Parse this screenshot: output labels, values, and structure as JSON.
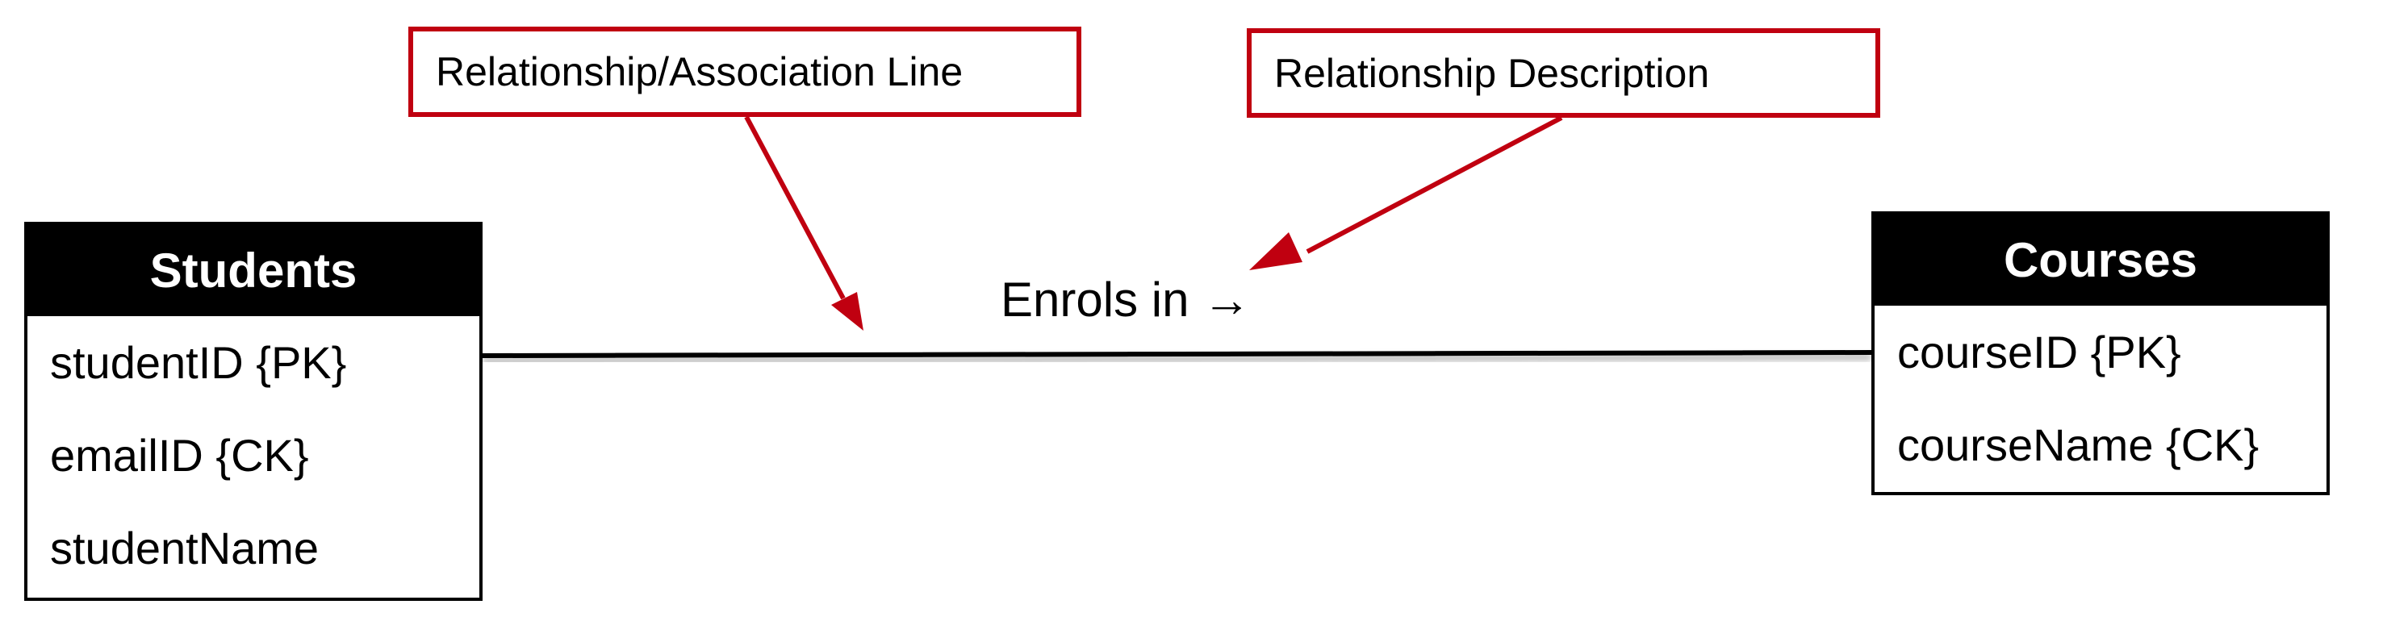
{
  "entities": {
    "students": {
      "title": "Students",
      "attributes": [
        "studentID {PK}",
        "emailID {CK}",
        "studentName"
      ]
    },
    "courses": {
      "title": "Courses",
      "attributes": [
        "courseID {PK}",
        "courseName {CK}"
      ]
    }
  },
  "relationship": {
    "label": "Enrols in →"
  },
  "callouts": {
    "line": "Relationship/Association Line",
    "description": "Relationship Description"
  },
  "colors": {
    "callout_border": "#c00010",
    "arrow": "#c00010",
    "entity_header_bg": "#000000",
    "entity_header_text": "#ffffff"
  }
}
